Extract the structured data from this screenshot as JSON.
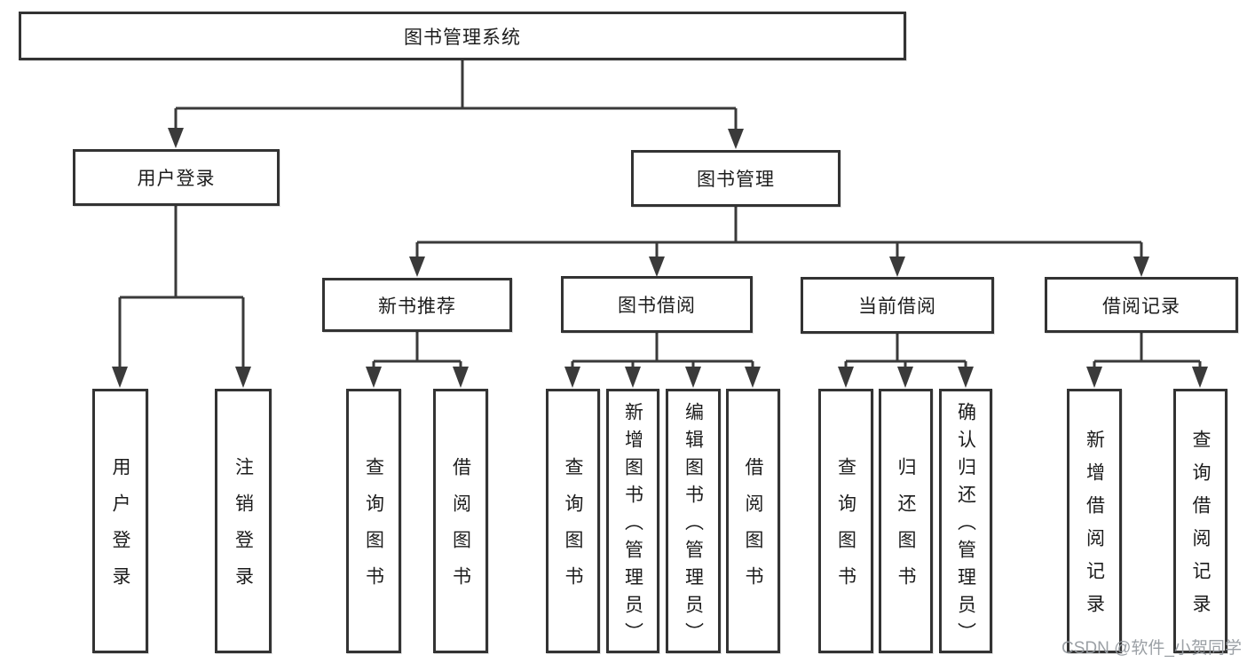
{
  "diagram": {
    "watermark": "CSDN @软件_小贺同学",
    "colors": {
      "line": "#3a3a3a",
      "border": "#333333",
      "text": "#1c1c1c",
      "watermark": "#969ba0",
      "background": "#ffffff"
    },
    "tree": {
      "root": {
        "label": "图书管理系统",
        "children": [
          {
            "label": "用户登录",
            "children": [
              {
                "label": "用户登录"
              },
              {
                "label": "注销登录"
              }
            ]
          },
          {
            "label": "图书管理",
            "children": [
              {
                "label": "新书推荐",
                "children": [
                  {
                    "label": "查询图书"
                  },
                  {
                    "label": "借阅图书"
                  }
                ]
              },
              {
                "label": "图书借阅",
                "children": [
                  {
                    "label": "查询图书"
                  },
                  {
                    "label": "新增图书（管理员）"
                  },
                  {
                    "label": "编辑图书（管理员）"
                  },
                  {
                    "label": "借阅图书"
                  }
                ]
              },
              {
                "label": "当前借阅",
                "children": [
                  {
                    "label": "查询图书"
                  },
                  {
                    "label": "归还图书"
                  },
                  {
                    "label": "确认归还（管理员）"
                  }
                ]
              },
              {
                "label": "借阅记录",
                "children": [
                  {
                    "label": "新增借阅记录"
                  },
                  {
                    "label": "查询借阅记录"
                  }
                ]
              }
            ]
          }
        ]
      }
    }
  }
}
